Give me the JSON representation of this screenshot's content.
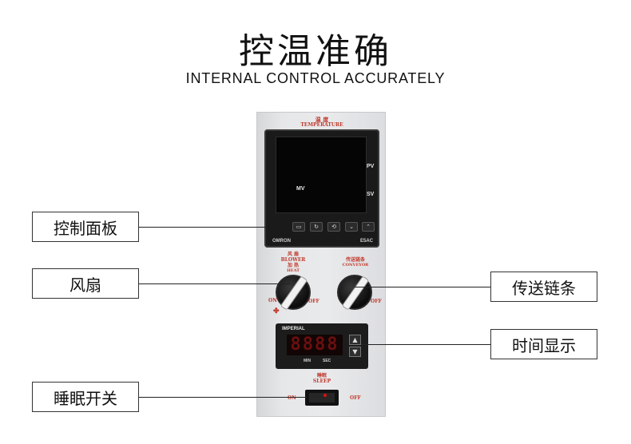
{
  "header": {
    "title": "控温准确",
    "subtitle": "INTERNAL CONTROL ACCURATELY"
  },
  "panel": {
    "temperature": {
      "zh": "温    度",
      "en": "TEMPERATURE"
    },
    "controller": {
      "mv": "MV",
      "pv": "PV",
      "sv": "SV",
      "buttons": [
        "▭",
        "↻",
        "⟲",
        "⌄",
        "⌃"
      ],
      "brand": "OMRON",
      "model": "E5AC"
    },
    "blower": {
      "zh": "风   扇",
      "en": "BLOWER",
      "zh2": "加   热",
      "en2": "HEAT",
      "on": "ON",
      "off": "OFF"
    },
    "conveyor": {
      "zh": "传送链条",
      "en": "CONVEYOR",
      "off": "OFF"
    },
    "timer": {
      "brand": "IMPERIAL",
      "display": "8888",
      "min": "MIN",
      "sec": "SEC",
      "up": "▲",
      "down": "▼"
    },
    "sleep": {
      "zh": "睡眠",
      "en": "SLEEP",
      "on": "ON",
      "off": "OFF"
    }
  },
  "callouts": {
    "control_panel": "控制面板",
    "fan": "风扇",
    "conveyor": "传送链条",
    "time_display": "时间显示",
    "sleep_switch": "睡眠开关"
  }
}
